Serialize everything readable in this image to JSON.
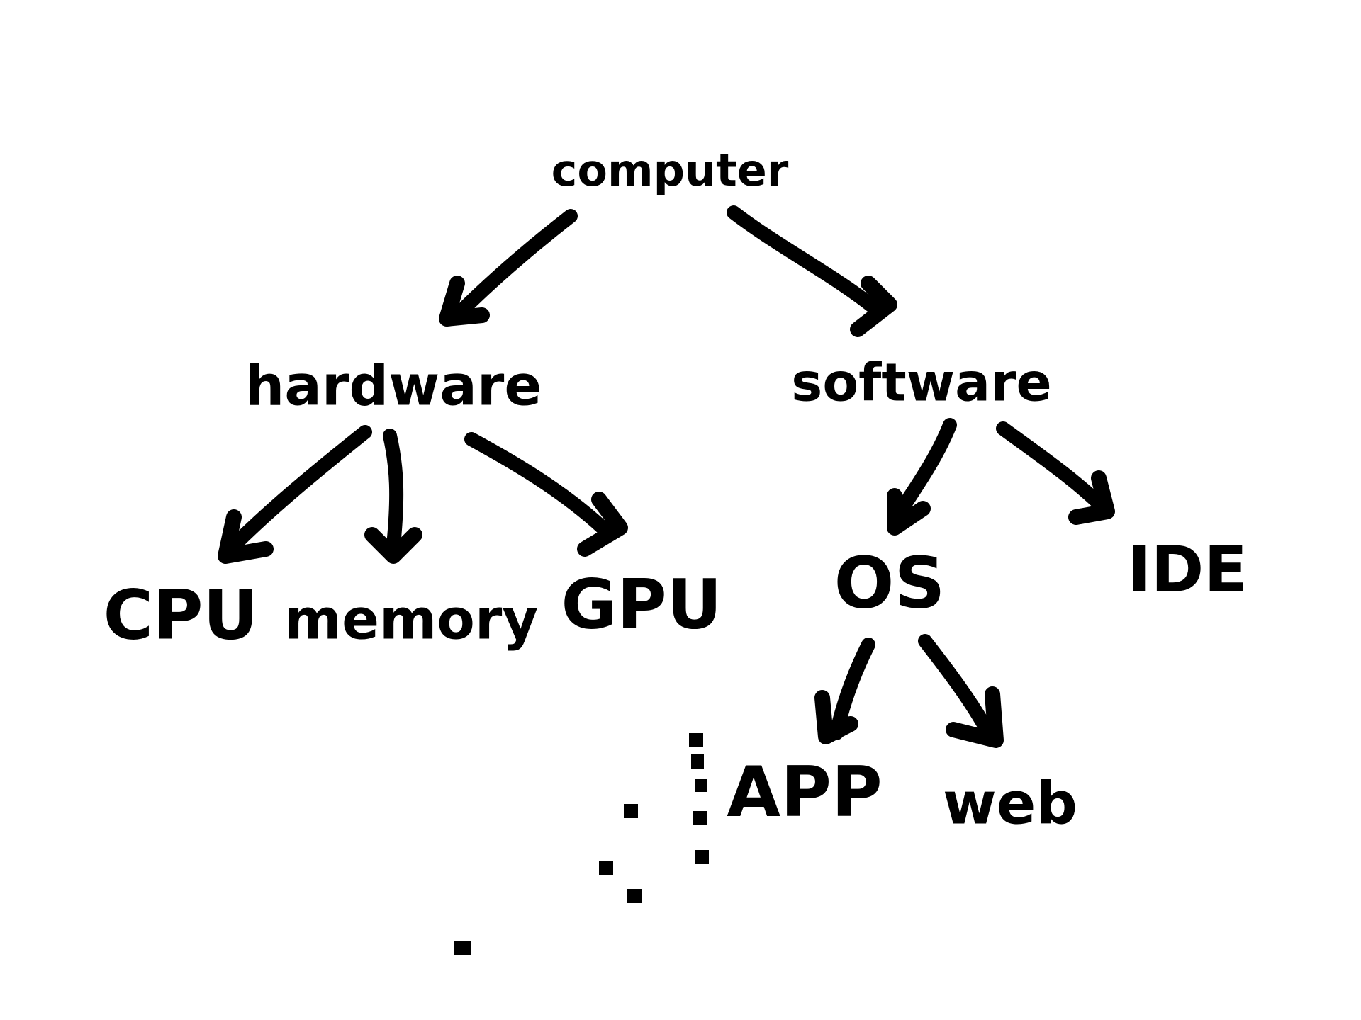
{
  "nodes": [
    {
      "id": "computer",
      "label": "computer"
    },
    {
      "id": "hardware",
      "label": "hardware"
    },
    {
      "id": "software",
      "label": "software"
    },
    {
      "id": "cpu",
      "label": "CPU"
    },
    {
      "id": "memory",
      "label": "memory"
    },
    {
      "id": "gpu",
      "label": "GPU"
    },
    {
      "id": "os",
      "label": "OS"
    },
    {
      "id": "ide",
      "label": "IDE"
    },
    {
      "id": "app",
      "label": "APP"
    },
    {
      "id": "web",
      "label": "web"
    }
  ],
  "edges": [
    {
      "from": "computer",
      "to": "hardware"
    },
    {
      "from": "computer",
      "to": "software"
    },
    {
      "from": "hardware",
      "to": "cpu"
    },
    {
      "from": "hardware",
      "to": "memory"
    },
    {
      "from": "hardware",
      "to": "gpu"
    },
    {
      "from": "software",
      "to": "os"
    },
    {
      "from": "software",
      "to": "ide"
    },
    {
      "from": "os",
      "to": "app"
    },
    {
      "from": "os",
      "to": "web"
    }
  ],
  "colors": {
    "ink": "#000000",
    "background": "#ffffff"
  }
}
